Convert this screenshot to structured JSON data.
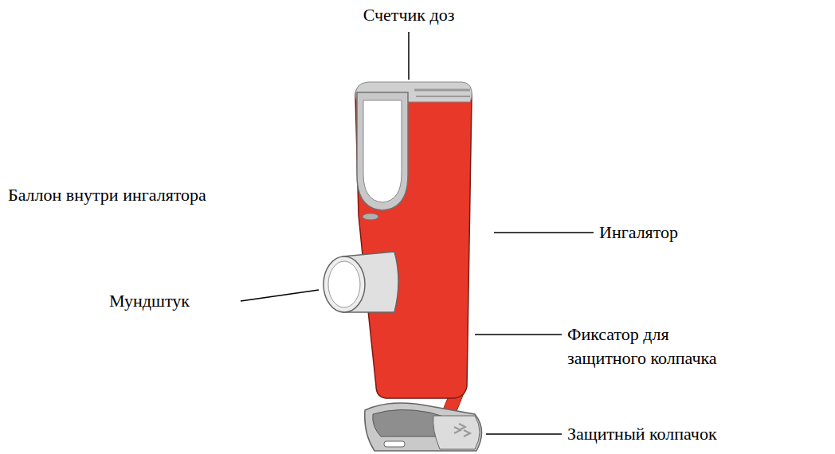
{
  "diagram": {
    "labels": [
      "Счетчик доз",
      "Баллон внутри ингалятора",
      "Ингалятор",
      "Мундштук",
      "Фиксатор для защитного колпачка",
      "Защитный колпачок"
    ]
  }
}
